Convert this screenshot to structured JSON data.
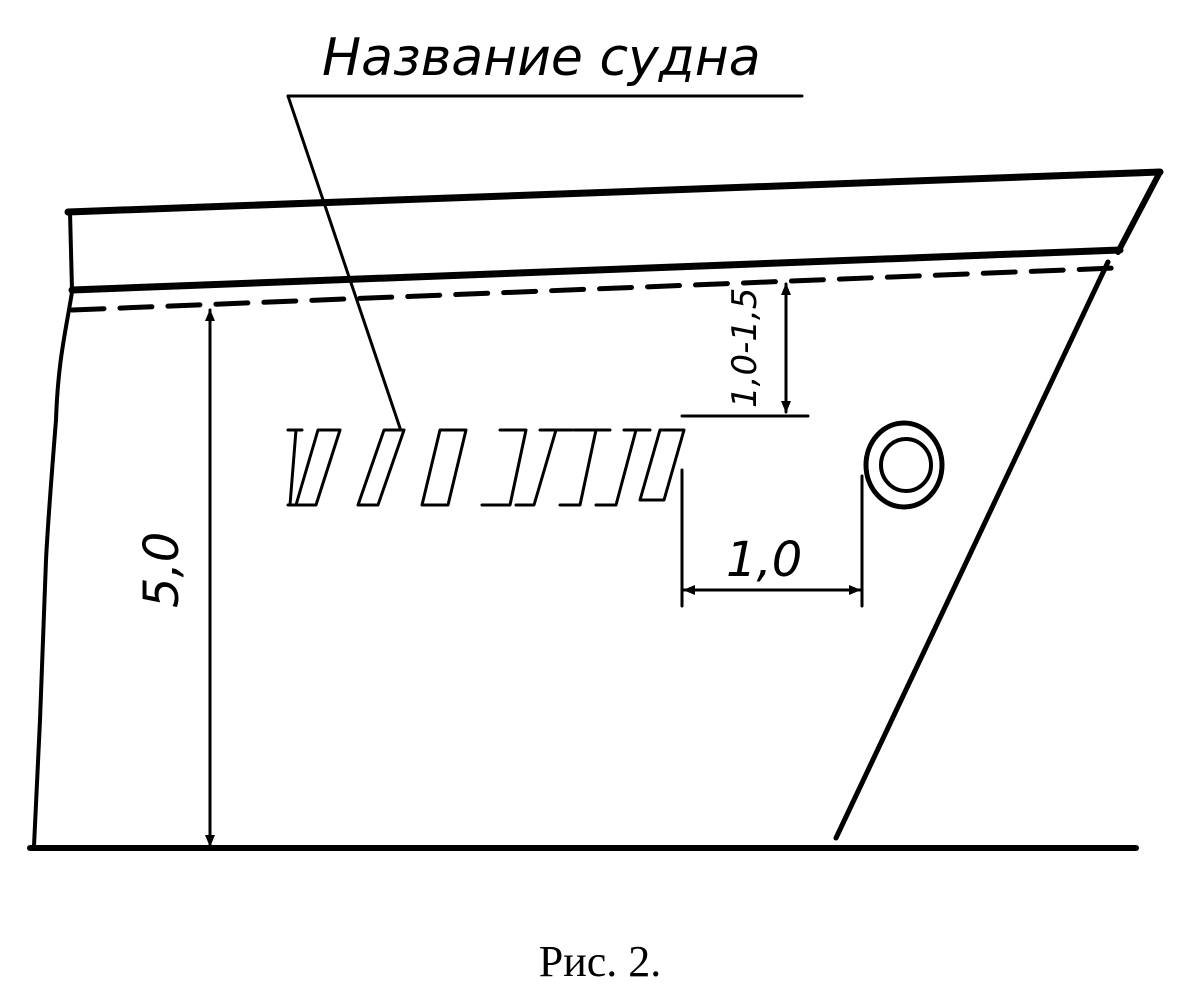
{
  "diagram": {
    "title_label": "Название судна",
    "dim_vertical_total": "5,0",
    "dim_top_offset": "1,0-1,5",
    "dim_horizontal": "1,0",
    "caption": "Рис. 2."
  }
}
